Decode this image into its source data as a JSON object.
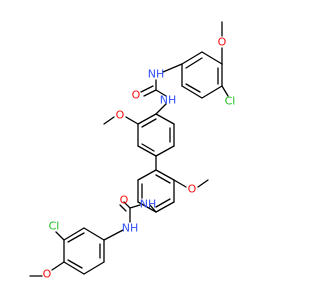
{
  "molecule": {
    "atom_labels": {
      "o_methoxy_top": "O",
      "cl_top": "Cl",
      "nh_top_1": "NH",
      "o_urea_top": "O",
      "nh_top_2": "NH",
      "o_methoxy_mid_top": "O",
      "o_methoxy_mid_bottom": "O",
      "nh_bottom_1": "NH",
      "o_urea_bottom": "O",
      "nh_bottom_2": "NH",
      "cl_bottom": "Cl",
      "o_methoxy_bottom": "O"
    },
    "colors": {
      "bond": "#000000",
      "oxygen": "#ff0d0d",
      "nitrogen": "#3050f8",
      "chlorine": "#1fc01f"
    }
  }
}
